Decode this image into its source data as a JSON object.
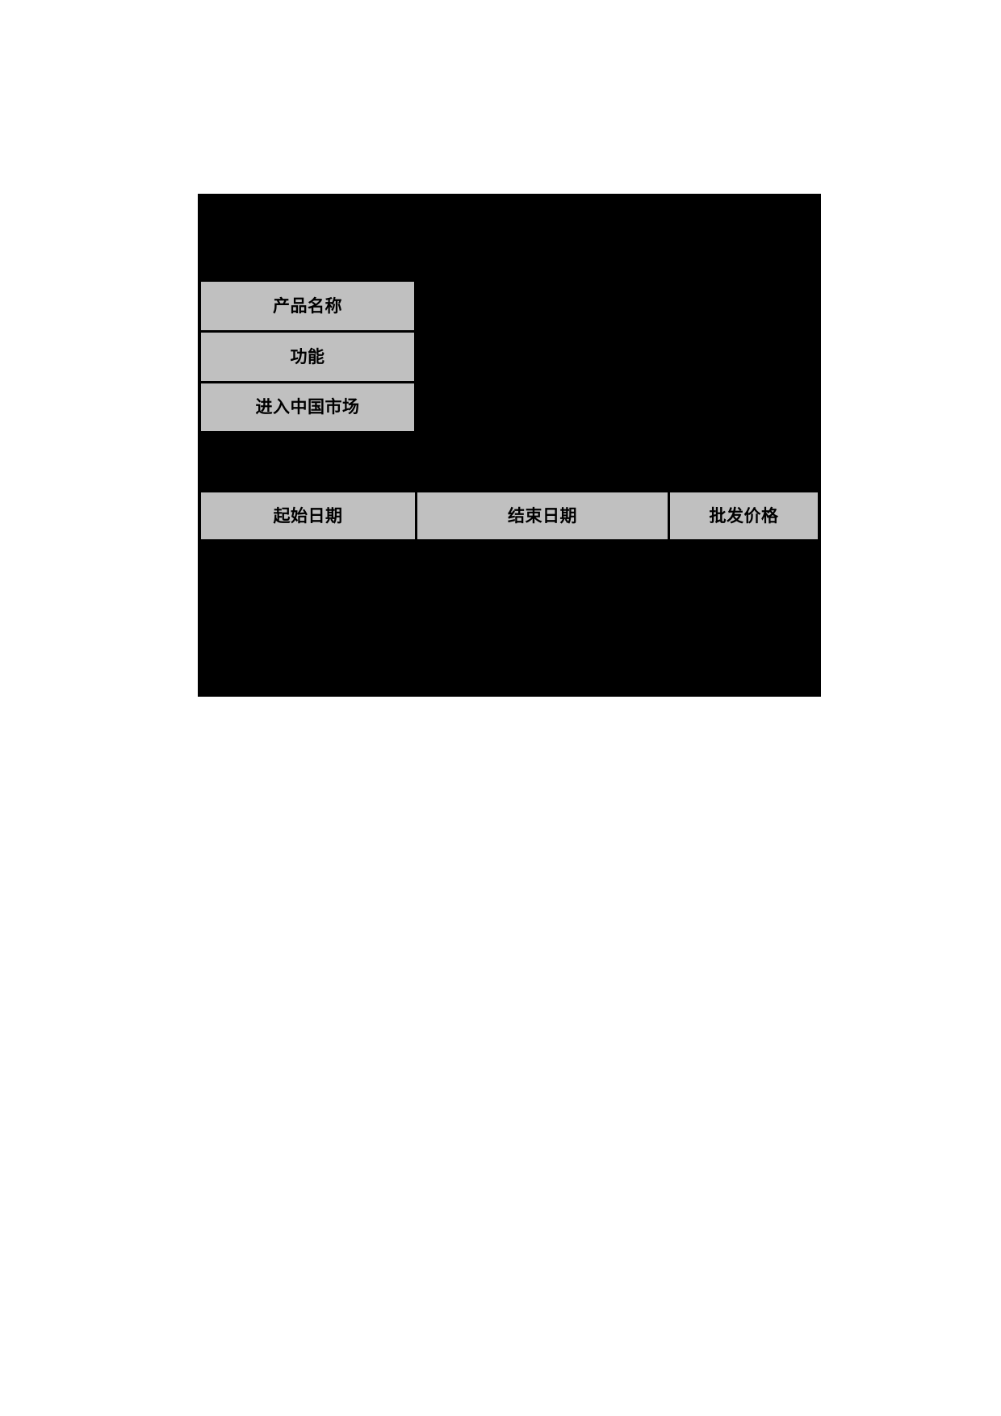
{
  "document": {
    "page_background": "#ffffff",
    "redaction_color": "#000000",
    "header_fill_color": "#c0c0c0",
    "header_text_color": "#000000"
  },
  "table": {
    "product_attributes": {
      "rows": [
        {
          "label": "产品名称"
        },
        {
          "label": "功能"
        },
        {
          "label": "进入中国市场"
        }
      ]
    },
    "pricing_header": {
      "columns": [
        {
          "label": "起始日期"
        },
        {
          "label": "结束日期"
        },
        {
          "label": "批发价格"
        }
      ]
    }
  }
}
